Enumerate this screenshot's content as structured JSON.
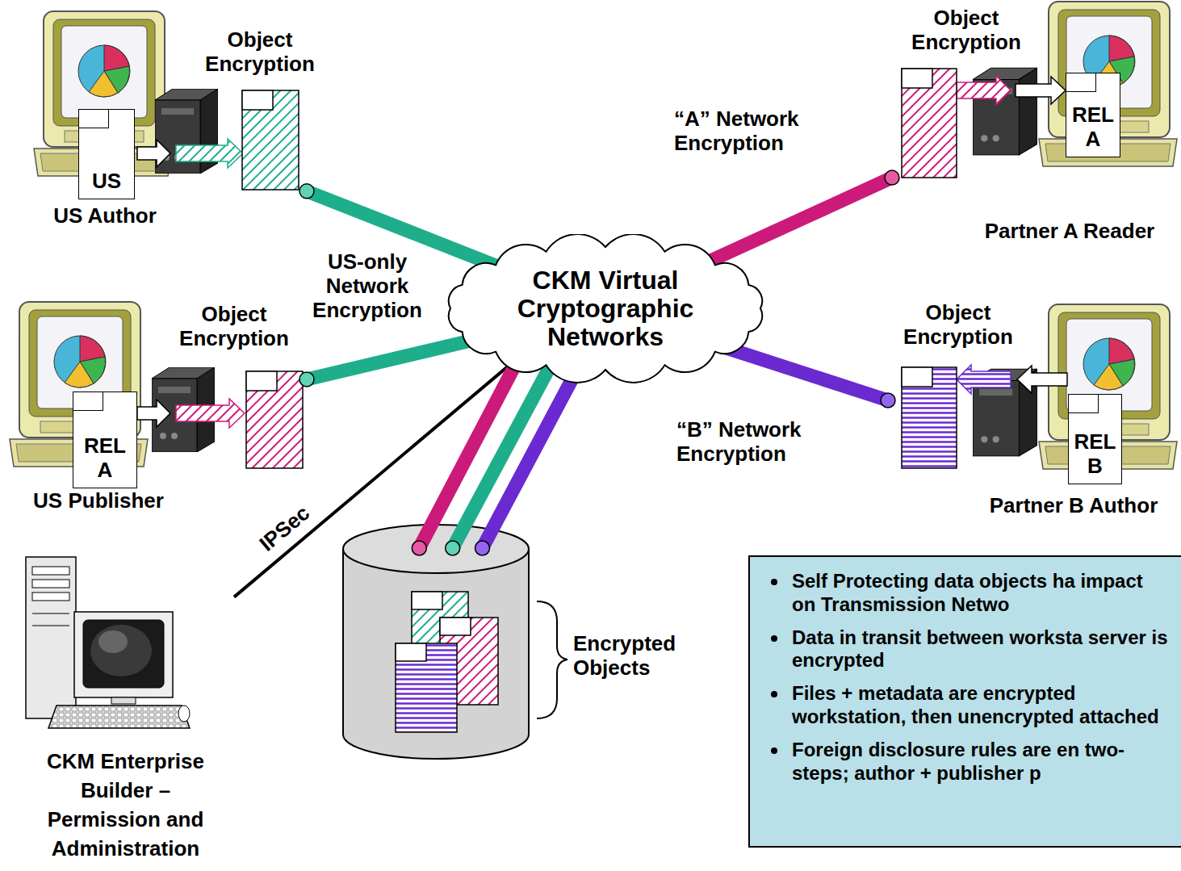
{
  "diagram": {
    "nodes": [
      {
        "text": [
          "US Author"
        ]
      },
      {
        "text": [
          "US"
        ],
        "in": 0
      },
      {
        "text": [
          "US Publisher"
        ]
      },
      {
        "text": [
          "REL A"
        ],
        "in": 2
      },
      {
        "text": [
          "CKM Virtual Cryptographic Networks"
        ]
      },
      {
        "text": [
          "Partner A Reader"
        ]
      },
      {
        "text": [
          "REL A"
        ],
        "in": 5
      },
      {
        "text": [
          "Partner B Author"
        ]
      },
      {
        "text": [
          "REL B"
        ],
        "in": 7
      },
      {
        "text": [
          "CKM Enterprise Builder – Permission and Administration"
        ]
      },
      {
        "text": [
          "Encrypted Objects"
        ]
      },
      {
        "text": [
          "Self Protecting data objects ha impact on Transmission Netwo",
          "Data in transit between worksta server is encrypted",
          "Files + metadata are encrypted workstation, then unencrypted attached",
          "Foreign disclosure rules are en two-steps; author + publisher p"
        ]
      }
    ],
    "edges": [
      {
        "from": 0,
        "to": 4,
        "arrow": "none"
      },
      {
        "from": 2,
        "to": 4,
        "arrow": "none"
      },
      {
        "from": 5,
        "to": 4,
        "arrow": "none"
      },
      {
        "from": 7,
        "to": 4,
        "arrow": "none"
      },
      {
        "from": 9,
        "to": 4,
        "label": "IPSec",
        "arrow": "none"
      },
      {
        "from": 4,
        "to": 10,
        "arrow": "none"
      },
      {
        "from": 4,
        "to": 10,
        "arrow": "none"
      },
      {
        "from": 4,
        "to": 10,
        "arrow": "none"
      }
    ],
    "labels": [
      "Object Encryption",
      "Object Encryption",
      "Object Encryption",
      "Object Encryption",
      "US-only Network Encryption",
      "“A” Network Encryption",
      "“B” Network Encryption"
    ]
  }
}
